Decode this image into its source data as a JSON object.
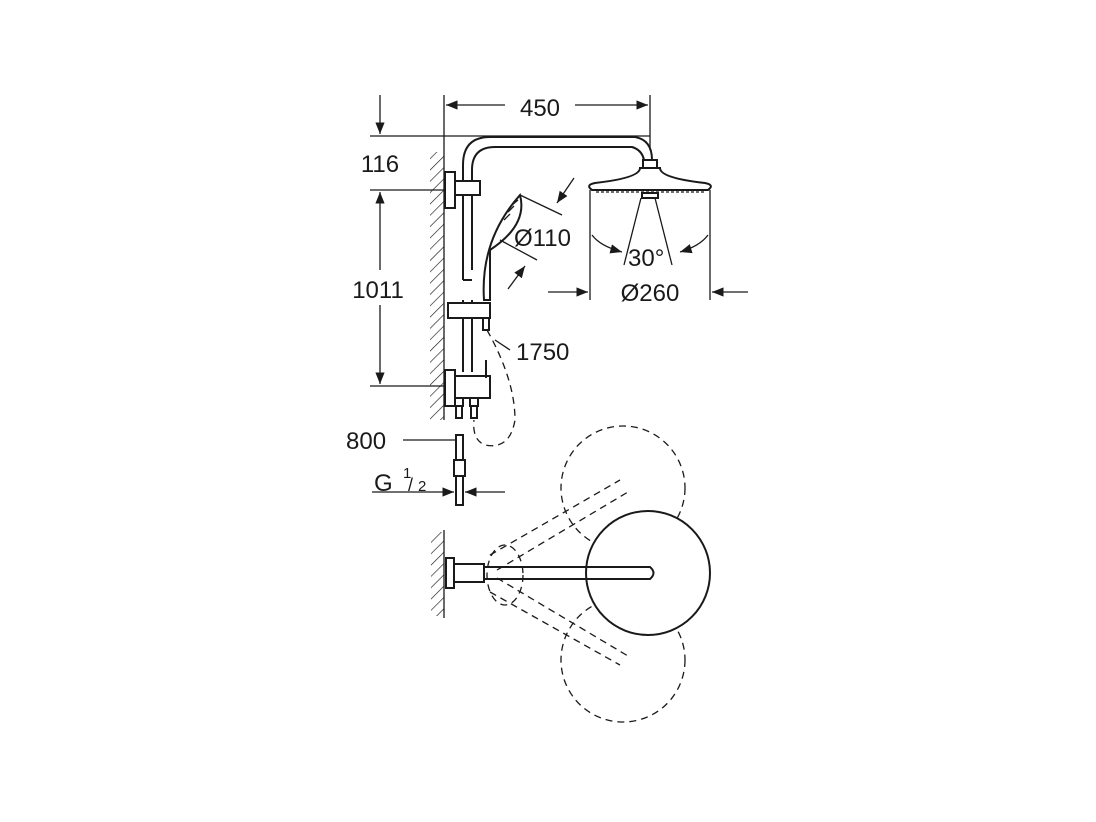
{
  "dimensions": {
    "width_arm": "450",
    "top_offset": "116",
    "rail_height": "1011",
    "hand_shower_diameter": "Ø110",
    "head_shower_diameter": "Ø260",
    "head_angle": "30°",
    "hose_length": "1750",
    "connection_depth": "800",
    "thread_size": "G",
    "thread_num": "1",
    "thread_den": "2"
  },
  "colors": {
    "line": "#1a1a1a",
    "background": "#ffffff"
  }
}
